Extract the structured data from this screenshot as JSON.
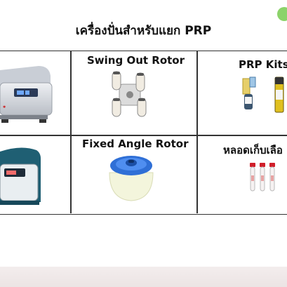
{
  "slide": {
    "title": "เครื่องปั่นสำหรับแยก PRP",
    "cells": {
      "swing_out_rotor": "Swing Out Rotor",
      "prp_kits": "PRP Kits",
      "fixed_angle_rotor": "Fixed Angle Rotor",
      "blood_tubes": "หลอดเก็บเลือ"
    }
  },
  "colors": {
    "accent_dot": "#8cd36a",
    "rotor_blue": "#2f6fd6",
    "centrifuge_teal": "#1f5f73"
  }
}
